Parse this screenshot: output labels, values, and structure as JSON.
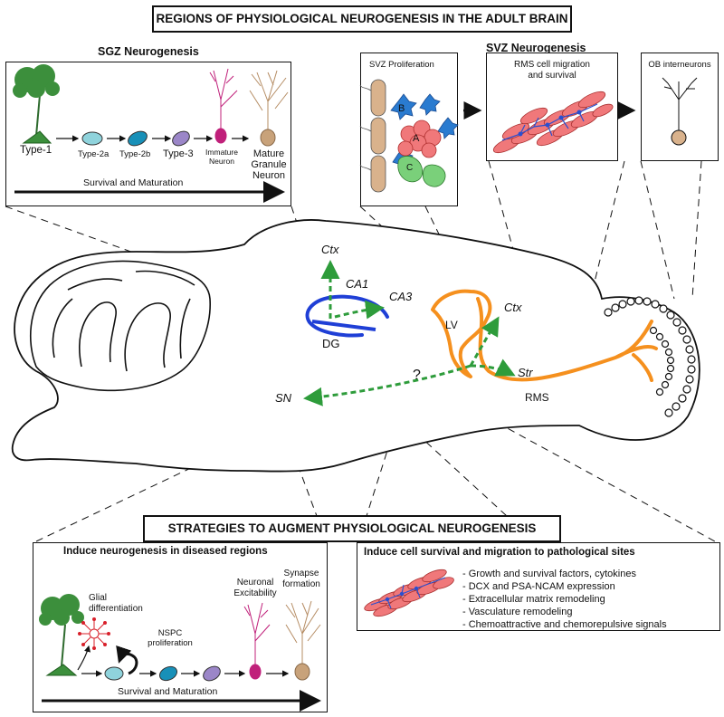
{
  "titles": {
    "main": "REGIONS OF PHYSIOLOGICAL NEUROGENESIS IN THE ADULT BRAIN",
    "strategies": "STRATEGIES TO AUGMENT PHYSIOLOGICAL NEUROGENESIS"
  },
  "sgz": {
    "heading": "SGZ Neurogenesis",
    "stages": [
      "Type-1",
      "Type-2a",
      "Type-2b",
      "Type-3"
    ],
    "immature_neuron": [
      "Immature",
      "Neuron"
    ],
    "mature_neuron": [
      "Mature",
      "Granule",
      "Neuron"
    ],
    "arrow_label": "Survival and Maturation"
  },
  "svz": {
    "heading": "SVZ Neurogenesis",
    "proliferation": "SVZ Proliferation",
    "cell_labels": [
      "B",
      "A",
      "C"
    ],
    "rms_panel": [
      "RMS cell migration",
      "and survival"
    ],
    "ob_panel": "OB interneurons"
  },
  "brain": {
    "labels": {
      "ctx_top": "Ctx",
      "ca1": "CA1",
      "ca3": "CA3",
      "dg": "DG",
      "lv": "LV",
      "ctx_right": "Ctx",
      "str": "Str",
      "rms": "RMS",
      "sn": "SN",
      "question": "?"
    }
  },
  "strategy_left": {
    "heading": "Induce neurogenesis in diseased regions",
    "glial": [
      "Glial",
      "differentiation"
    ],
    "nspc": [
      "NSPC",
      "proliferation"
    ],
    "excitability": [
      "Neuronal",
      "Excitability"
    ],
    "synapse": [
      "Synapse",
      "formation"
    ],
    "arrow_label": "Survival and Maturation"
  },
  "strategy_right": {
    "heading": "Induce cell survival and migration to pathological sites",
    "items": [
      "- Growth and survival factors, cytokines",
      "- DCX and PSA-NCAM expression",
      "- Extracellular matrix remodeling",
      "- Vasculature remodeling",
      "- Chemoattractive and chemorepulsive signals"
    ]
  },
  "colors": {
    "hippocampus": "#1f3fd6",
    "rms_path": "#f5901e",
    "migration_arrows": "#2e9c3b",
    "type1_cell": "#3c8f3c",
    "type2a_cell": "#8fd3dc",
    "type2b_cell": "#1890b8",
    "type3_cell": "#9b86c8",
    "immature_neuron": "#c0207a",
    "mature_neuron": "#c8a27a",
    "rms_cells": "#f0787a",
    "glial_cell": "#d8202a"
  }
}
